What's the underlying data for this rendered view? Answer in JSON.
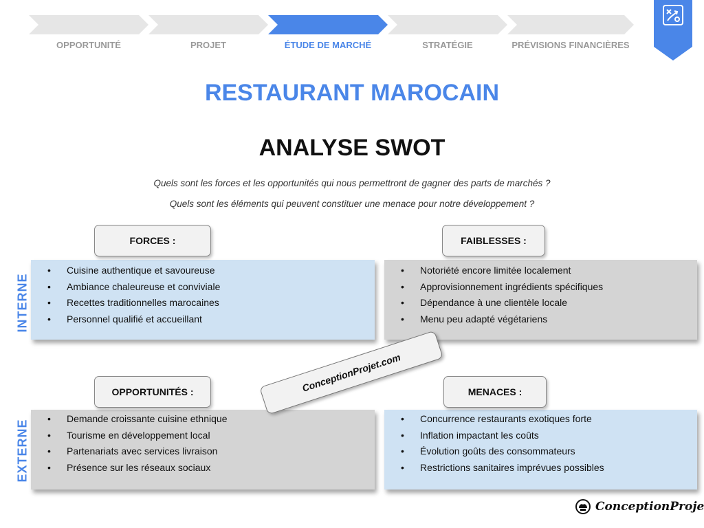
{
  "steps": [
    {
      "label": "OPPORTUNITÉ",
      "active": false
    },
    {
      "label": "PROJET",
      "active": false
    },
    {
      "label": "ÉTUDE DE MARCHÉ",
      "active": true
    },
    {
      "label": "STRATÉGIE",
      "active": false
    },
    {
      "label": "PRÉVISIONS FINANCIÈRES",
      "active": false
    }
  ],
  "header": {
    "title": "RESTAURANT MAROCAIN",
    "subtitle": "ANALYSE SWOT",
    "question1": "Quels sont les forces et les opportunités qui nous permettront de gagner des parts de marchés ?",
    "question2": "Quels sont les éléments qui peuvent constituer une menace pour notre développement ?"
  },
  "axis": {
    "internal": "INTERNE",
    "external": "EXTERNE"
  },
  "swot": {
    "forces": {
      "label": "FORCES :",
      "items": [
        "Cuisine authentique et savoureuse",
        "Ambiance chaleureuse et conviviale",
        "Recettes traditionnelles marocaines",
        "Personnel qualifié et accueillant"
      ]
    },
    "faiblesses": {
      "label": "FAIBLESSES :",
      "items": [
        "Notoriété encore limitée localement",
        "Approvisionnement ingrédients spécifiques",
        "Dépendance à une clientèle locale",
        "Menu peu adapté végétariens"
      ]
    },
    "opportunites": {
      "label": "OPPORTUNITÉS :",
      "items": [
        "Demande croissante cuisine ethnique",
        "Tourisme en développement local",
        "Partenariats avec services livraison",
        "Présence sur les réseaux sociaux"
      ]
    },
    "menaces": {
      "label": "MENACES :",
      "items": [
        "Concurrence restaurants exotiques forte",
        "Inflation impactant les coûts",
        "Évolution goûts des consommateurs",
        "Restrictions sanitaires imprévues possibles"
      ]
    }
  },
  "watermark": "ConceptionProjet.com",
  "logo": {
    "text": "ConceptionProjet",
    "icon": "chef-hat-icon"
  },
  "colors": {
    "accent": "#4a86e8",
    "step_inactive": "#e6e6e6",
    "panel_blue": "#cfe2f3",
    "panel_gray": "#d4d4d4"
  }
}
